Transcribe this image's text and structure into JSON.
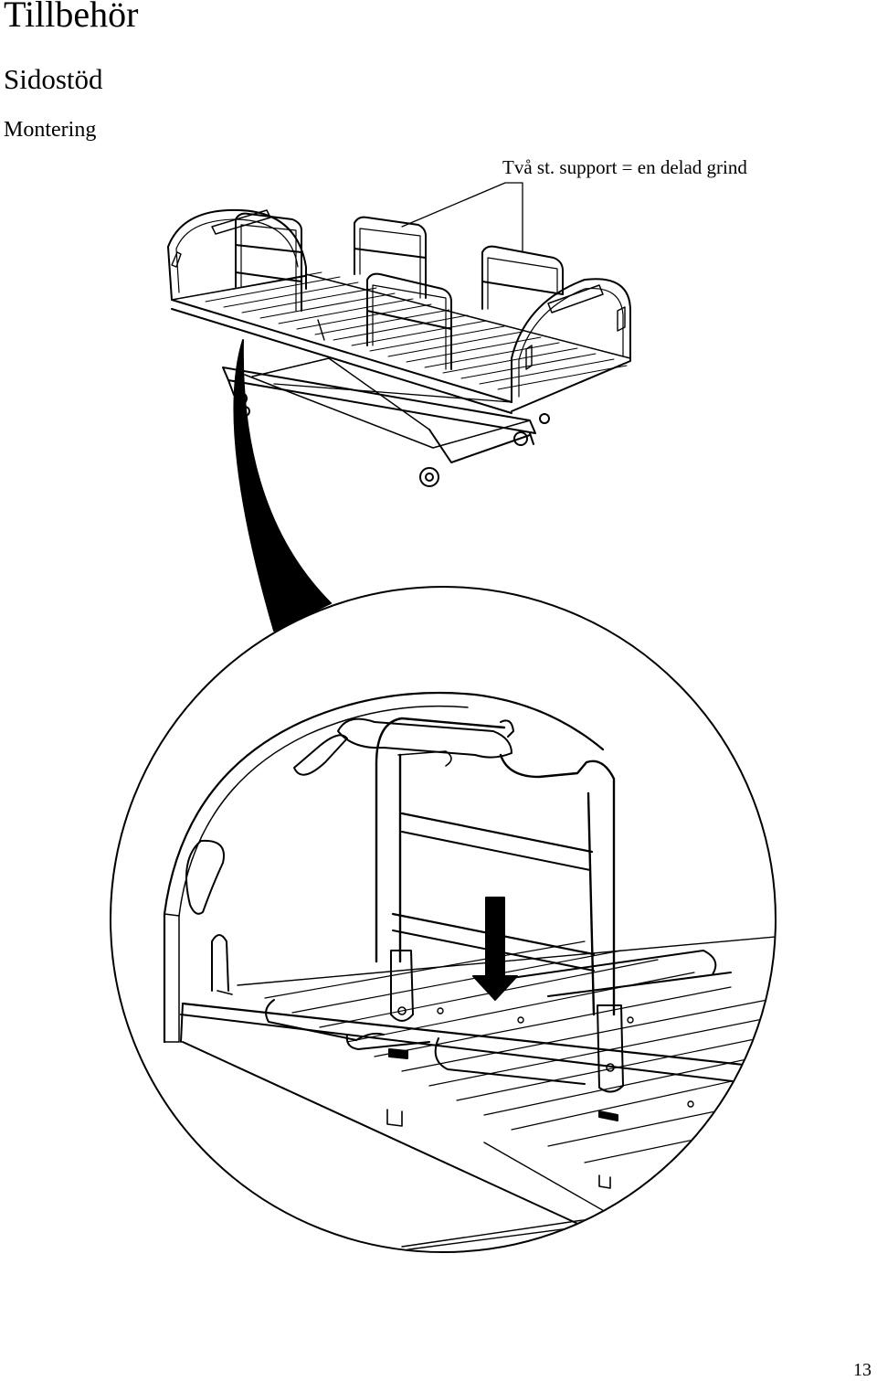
{
  "page": {
    "title": "Tillbehör",
    "subtitle": "Sidostöd",
    "section": "Montering",
    "callout": "Två st. support = en delad grind",
    "page_number": "13"
  }
}
